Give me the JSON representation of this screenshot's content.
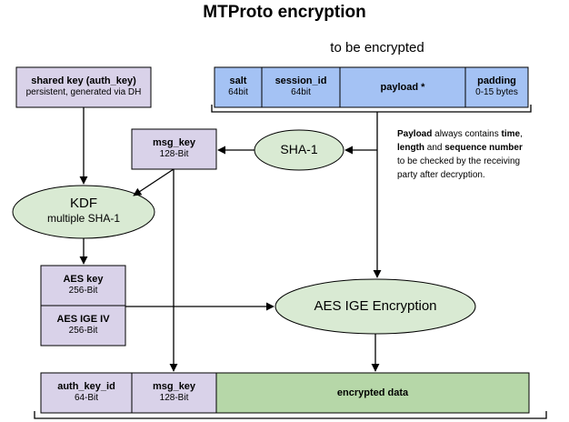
{
  "title": "MTProto encryption",
  "to_be_encrypted": "to be encrypted",
  "plaintext": {
    "salt": {
      "name": "salt",
      "size": "64bit"
    },
    "session_id": {
      "name": "session_id",
      "size": "64bit"
    },
    "payload": {
      "name": "payload *"
    },
    "padding": {
      "name": "padding",
      "size": "0-15 bytes"
    }
  },
  "shared_key": {
    "name": "shared key (auth_key)",
    "desc": "persistent, generated via DH"
  },
  "msg_key_top": {
    "name": "msg_key",
    "size": "128-Bit"
  },
  "sha1": "SHA-1",
  "kdf": {
    "name": "KDF",
    "desc": "multiple SHA-1"
  },
  "aes_key": {
    "name": "AES key",
    "size": "256-Bit"
  },
  "aes_iv": {
    "name": "AES IGE IV",
    "size": "256-Bit"
  },
  "aes_enc": "AES IGE Encryption",
  "note": {
    "l1_b1": "Payload",
    "l1_t1": " always contains ",
    "l1_b2": "time",
    "l2_b1": "length",
    "l2_t1": " and ",
    "l2_b2": "sequence number",
    "l3": "to be checked by the receiving",
    "l4": "party after decryption."
  },
  "output": {
    "auth_key_id": {
      "name": "auth_key_id",
      "size": "64-Bit"
    },
    "msg_key": {
      "name": "msg_key",
      "size": "128-Bit"
    },
    "encrypted": "encrypted data"
  },
  "colors": {
    "blue": "#a4c2f4",
    "purple": "#d9d2e9",
    "green": "#b6d7a8",
    "ellipse": "#d9ead3",
    "stroke": "#000000"
  }
}
